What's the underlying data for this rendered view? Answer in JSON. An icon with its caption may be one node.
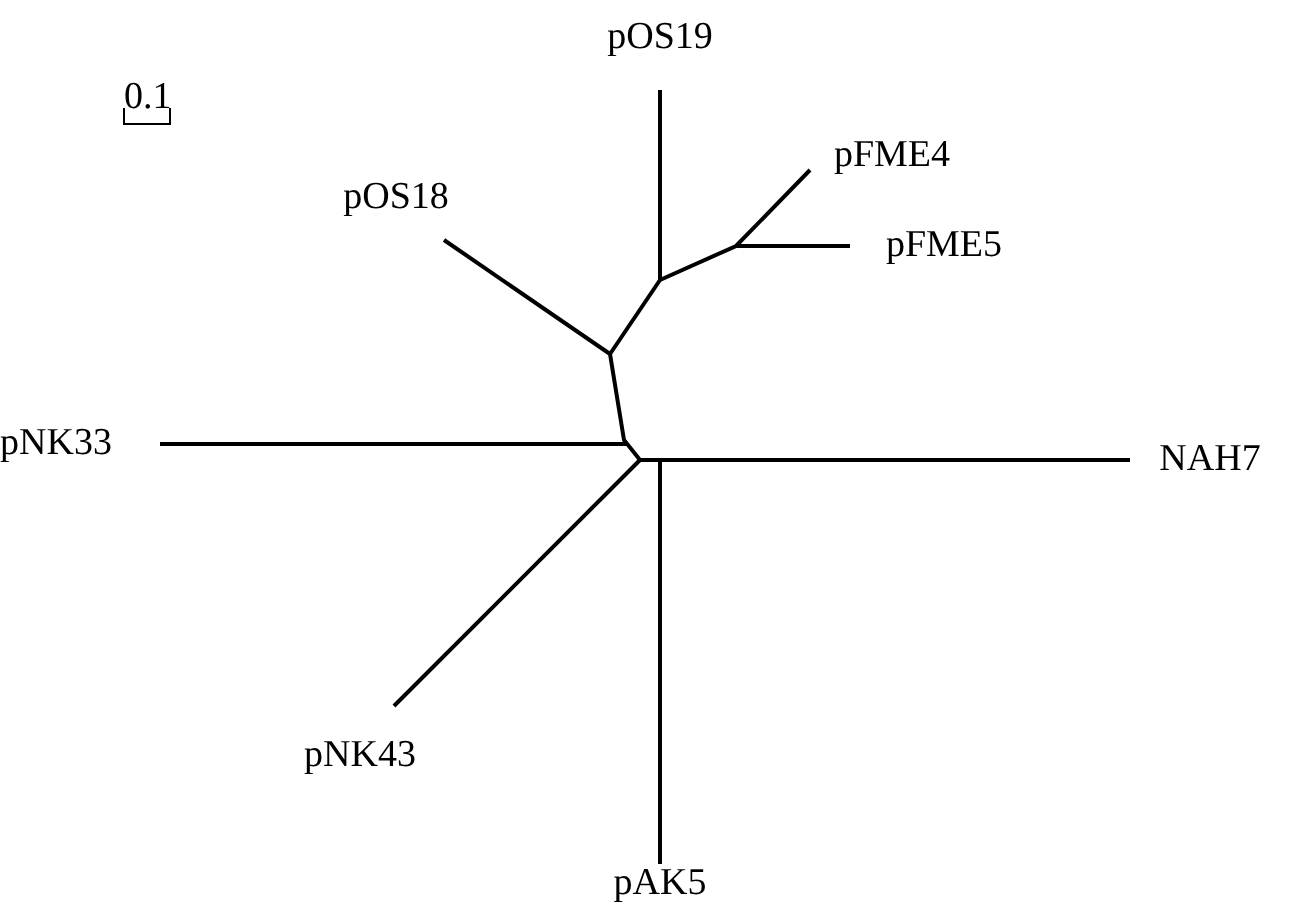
{
  "diagram": {
    "labels": [
      "0.1",
      "pOS19",
      "pOS18",
      "pFME4",
      "pFME5",
      "pNK33",
      "NAH7",
      "pNK43",
      "pAK5"
    ]
  }
}
